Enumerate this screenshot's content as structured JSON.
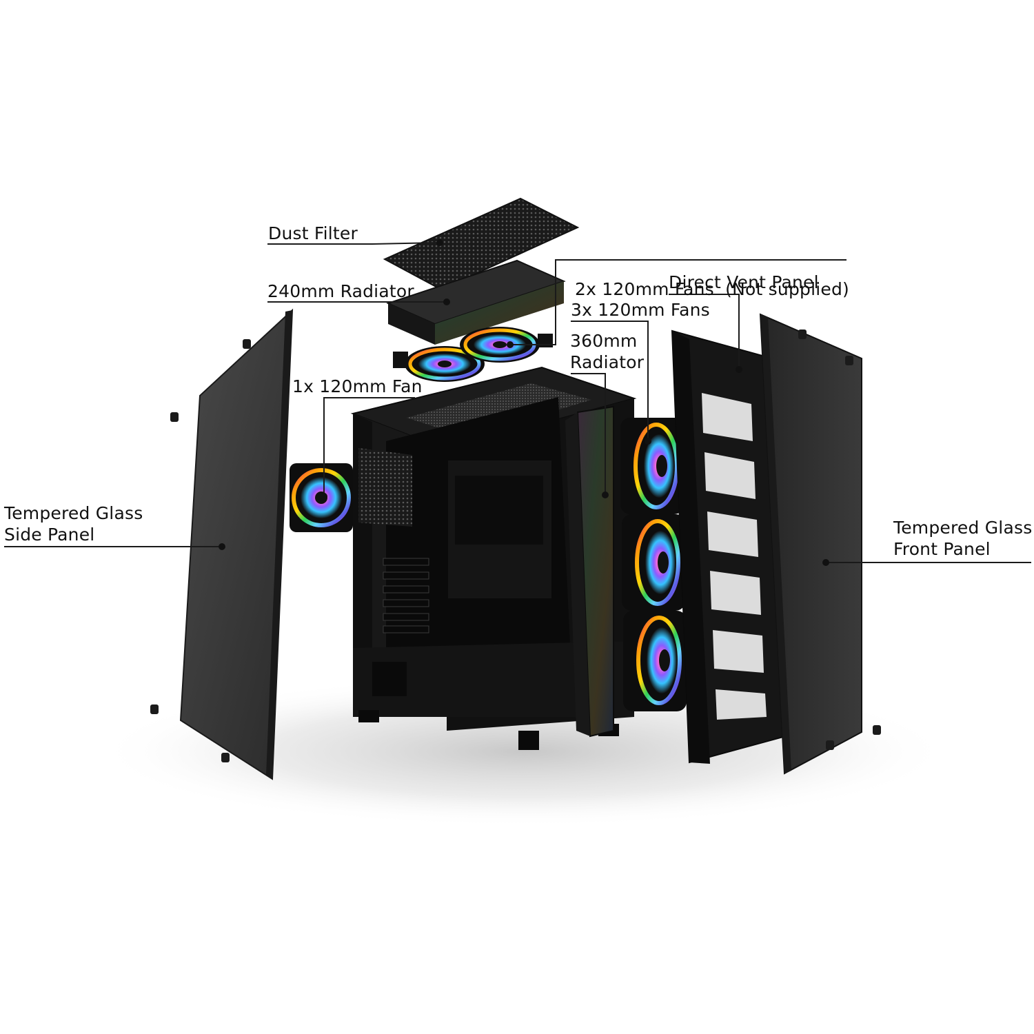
{
  "labels": {
    "dust_filter": "Dust Filter",
    "radiator_240": "240mm Radiator",
    "fans_2x": "2x 120mm Fans  (Not supplied)",
    "direct_vent_panel": "Direct Vent Panel",
    "fans_3x": "3x 120mm Fans",
    "radiator_360_line1": "360mm",
    "radiator_360_line2": "Radiator",
    "fan_1x": "1x 120mm Fan",
    "side_panel_line1": "Tempered Glass",
    "side_panel_line2": "Side Panel",
    "front_panel_line1": "Tempered Glass",
    "front_panel_line2": "Front Panel"
  },
  "colors": {
    "label_text": "#111111",
    "leader_line": "#1a1a1a",
    "case_body": "#141414",
    "glass_panel": "#3b3b3b",
    "background": "#ffffff",
    "rgb_ring": [
      "#ff2d55",
      "#ff9f0a",
      "#ffd60a",
      "#30d158",
      "#64d2ff",
      "#5e5ce6",
      "#bf5af2"
    ]
  },
  "icons": {
    "fan": "rgb-fan-icon",
    "thumbscrew": "thumbscrew-icon"
  }
}
